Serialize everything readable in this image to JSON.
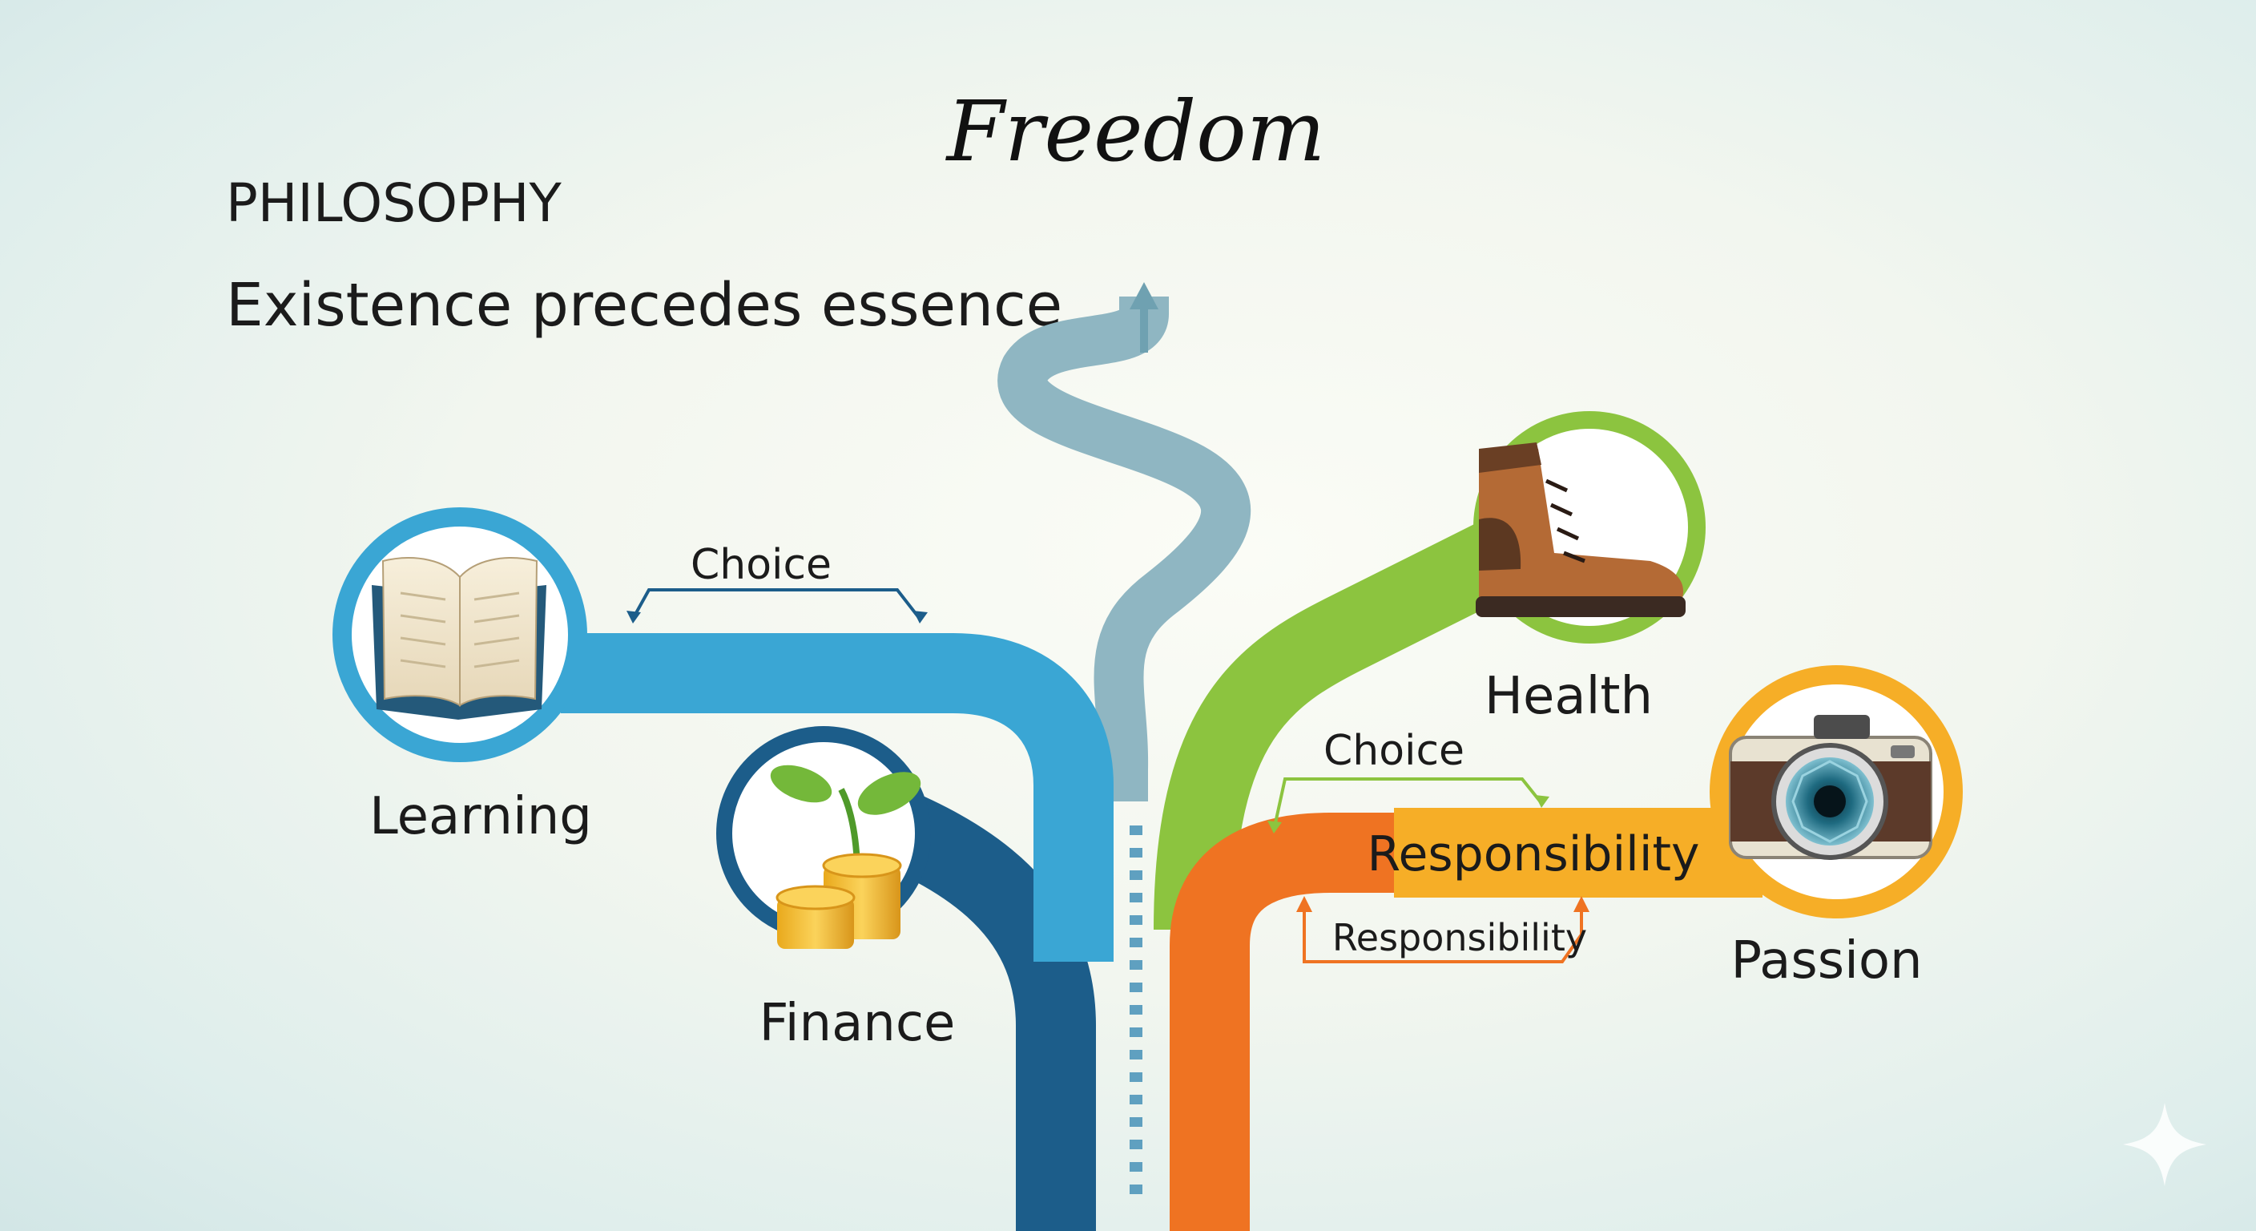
{
  "title": "Freedom",
  "header": {
    "category": "PHILOSOPHY",
    "subtitle": "Existence precedes essence"
  },
  "nodes": {
    "learning": {
      "label": "Learning",
      "icon": "book-icon"
    },
    "finance": {
      "label": "Finance",
      "icon": "plant-coins-icon"
    },
    "health": {
      "label": "Health",
      "icon": "boot-icon"
    },
    "passion": {
      "label": "Passion",
      "icon": "camera-icon"
    }
  },
  "connectors": {
    "left_choice": "Choice",
    "right_choice": "Choice",
    "responsibility_band": "Responsibility",
    "responsibility_below": "Responsibility"
  },
  "colors": {
    "learning": "#3aa6d4",
    "finance": "#1c5d8a",
    "health": "#8cc43f",
    "passion": "#f6ae27",
    "responsibility": "#ef7322",
    "central_path": "#8fb6c2"
  }
}
